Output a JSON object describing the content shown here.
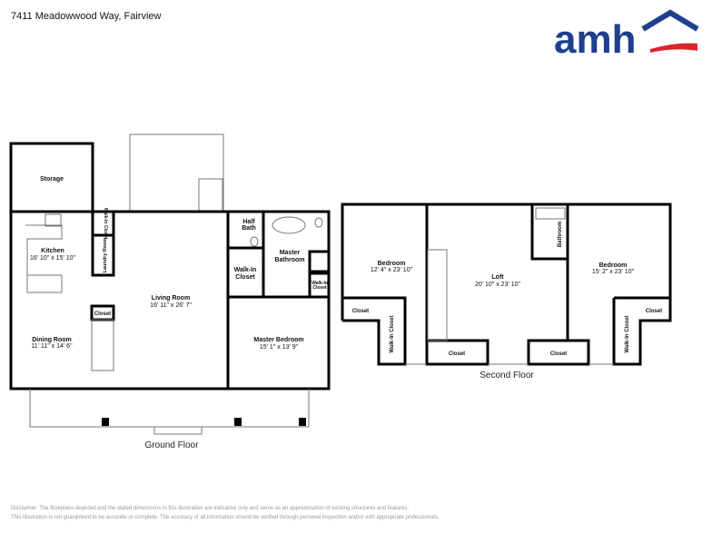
{
  "title": "7411 Meadowwood Way, Fairview",
  "logo": {
    "text": "amh",
    "brand_color": "#1f3f8f",
    "accent_color": "#d9262c"
  },
  "ground_floor": {
    "label": "Ground Floor",
    "rooms": {
      "storage": "Storage",
      "kitchen": "Kitchen",
      "kitchen_dim": "16' 10\" x 15' 10\"",
      "walkin_closet_kitchen": "Walk-In Closet",
      "laundry": "Laundry Room",
      "half_bath_1": "Half",
      "half_bath_2": "Bath",
      "master_bath_1": "Master",
      "master_bath_2": "Bathroom",
      "walkin_closet_1": "Walk-In",
      "walkin_closet_2": "Closet",
      "master_walkin_1": "Walk-In",
      "master_walkin_2": "Closet",
      "living": "Living Room",
      "living_dim": "16' 11\" x 26' 7\"",
      "closet": "Closet",
      "dining": "Dining Room",
      "dining_dim": "11' 11\" x 14' 6\"",
      "master_bedroom": "Master Bedroom",
      "master_bedroom_dim": "15' 1\" x 13' 9\""
    }
  },
  "second_floor": {
    "label": "Second Floor",
    "rooms": {
      "bedroom_left": "Bedroom",
      "bedroom_left_dim": "12' 4\" x 23' 10\"",
      "loft": "Loft",
      "loft_dim": "20' 10\" x 23' 10\"",
      "bathroom": "Bathroom",
      "bedroom_right": "Bedroom",
      "bedroom_right_dim": "15' 2\" x 23' 10\"",
      "closet_left": "Closet",
      "walkin_left": "Walk-In Closet",
      "closet_loft_left": "Closet",
      "closet_loft_right": "Closet",
      "walkin_right": "Walk-In Closet",
      "closet_right": "Closet"
    }
  },
  "disclaimer": [
    "Disclaimer: The floorplans depicted and the stated dimensions in this illustration are indicative only and serve as an approximation of existing structures and features.",
    "This illustration is not guaranteed to be accurate or complete. The accuracy of all information should be verified through personal inspection and/or with appropriate professionals."
  ]
}
